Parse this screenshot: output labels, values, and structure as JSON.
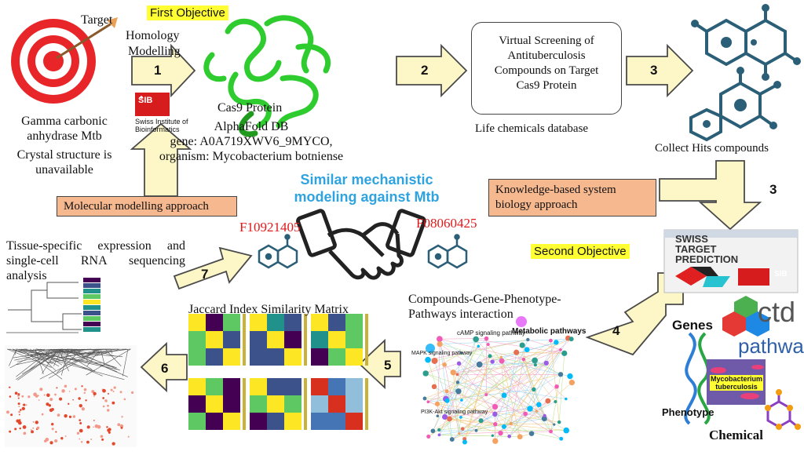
{
  "texts": {
    "target": "Target",
    "homology": "Homology",
    "modelling": "Modelling",
    "gamma": "Gamma carbonic",
    "anhydrase": "anhydrase Mtb",
    "crystal": "Crystal structure is",
    "unavailable": "unavailable",
    "first_objective": "First Objective",
    "sib_name": "Swiss Institute of",
    "sib_name2": "Bioinformatics",
    "sib_logo": "SIB",
    "cas9_protein": "Cas9 Protein",
    "alphafold": "AlphaFold DB",
    "gene": "gene: A0A719XWV6_9MYCO,",
    "organism": "organism: Mycobacterium botniense",
    "vs_line1": "Virtual Screening of",
    "vs_line2": "Antituberculosis",
    "vs_line3": "Compounds on Target",
    "vs_line4": "Cas9 Protein",
    "life_chem": "Life chemicals database",
    "collect_hits": "Collect Hits compounds",
    "mol_model": "Molecular modelling approach",
    "kb_line1": "Knowledge-based system",
    "kb_line2": "biology approach",
    "similar1": "Similar mechanistic",
    "similar2": "modeling against Mtb",
    "cmpd_left": "F10921405",
    "cmpd_right": "F08060425",
    "second_objective": "Second Objective",
    "tissue1": "Tissue-specific expression and",
    "tissue2": "single-cell RNA sequencing",
    "tissue3": "analysis",
    "jaccard": "Jaccard Index Similarity Matrix",
    "cgpp1": "Compounds-Gene-Phenotype-",
    "cgpp2": "Pathways interaction",
    "swiss1": "SWISS",
    "swiss2": "TARGET",
    "swiss3": "PREDICTION",
    "ctd": "ctd",
    "pathway": "pathway",
    "genes": "Genes",
    "phenotype": "Phenotype",
    "chemical": "Chemical",
    "myco1": "Mycobacterium",
    "myco2": "tuberculosis",
    "net_camp": "cAMP signaling pathway",
    "net_metabolic": "Metabolic pathways",
    "net_mapk": "MAPK signaling pathway",
    "net_pi3k": "PI3K-Akt signaling pathway"
  },
  "steps": {
    "s1": "1",
    "s2": "2",
    "s3a": "3",
    "s3b": "3",
    "s4": "4",
    "s5": "5",
    "s6": "6",
    "s7": "7"
  },
  "colors": {
    "arrow_fill": "#fdf7c8",
    "arrow_stroke": "#4a4a4a",
    "yellow": "#ffff33",
    "orange": "#f6b88f",
    "protein_green": "#2ecc2e",
    "dark_blue": "#2b5f78",
    "red_id": "#e0191b",
    "ctd_blue": "#2f5fa8"
  }
}
